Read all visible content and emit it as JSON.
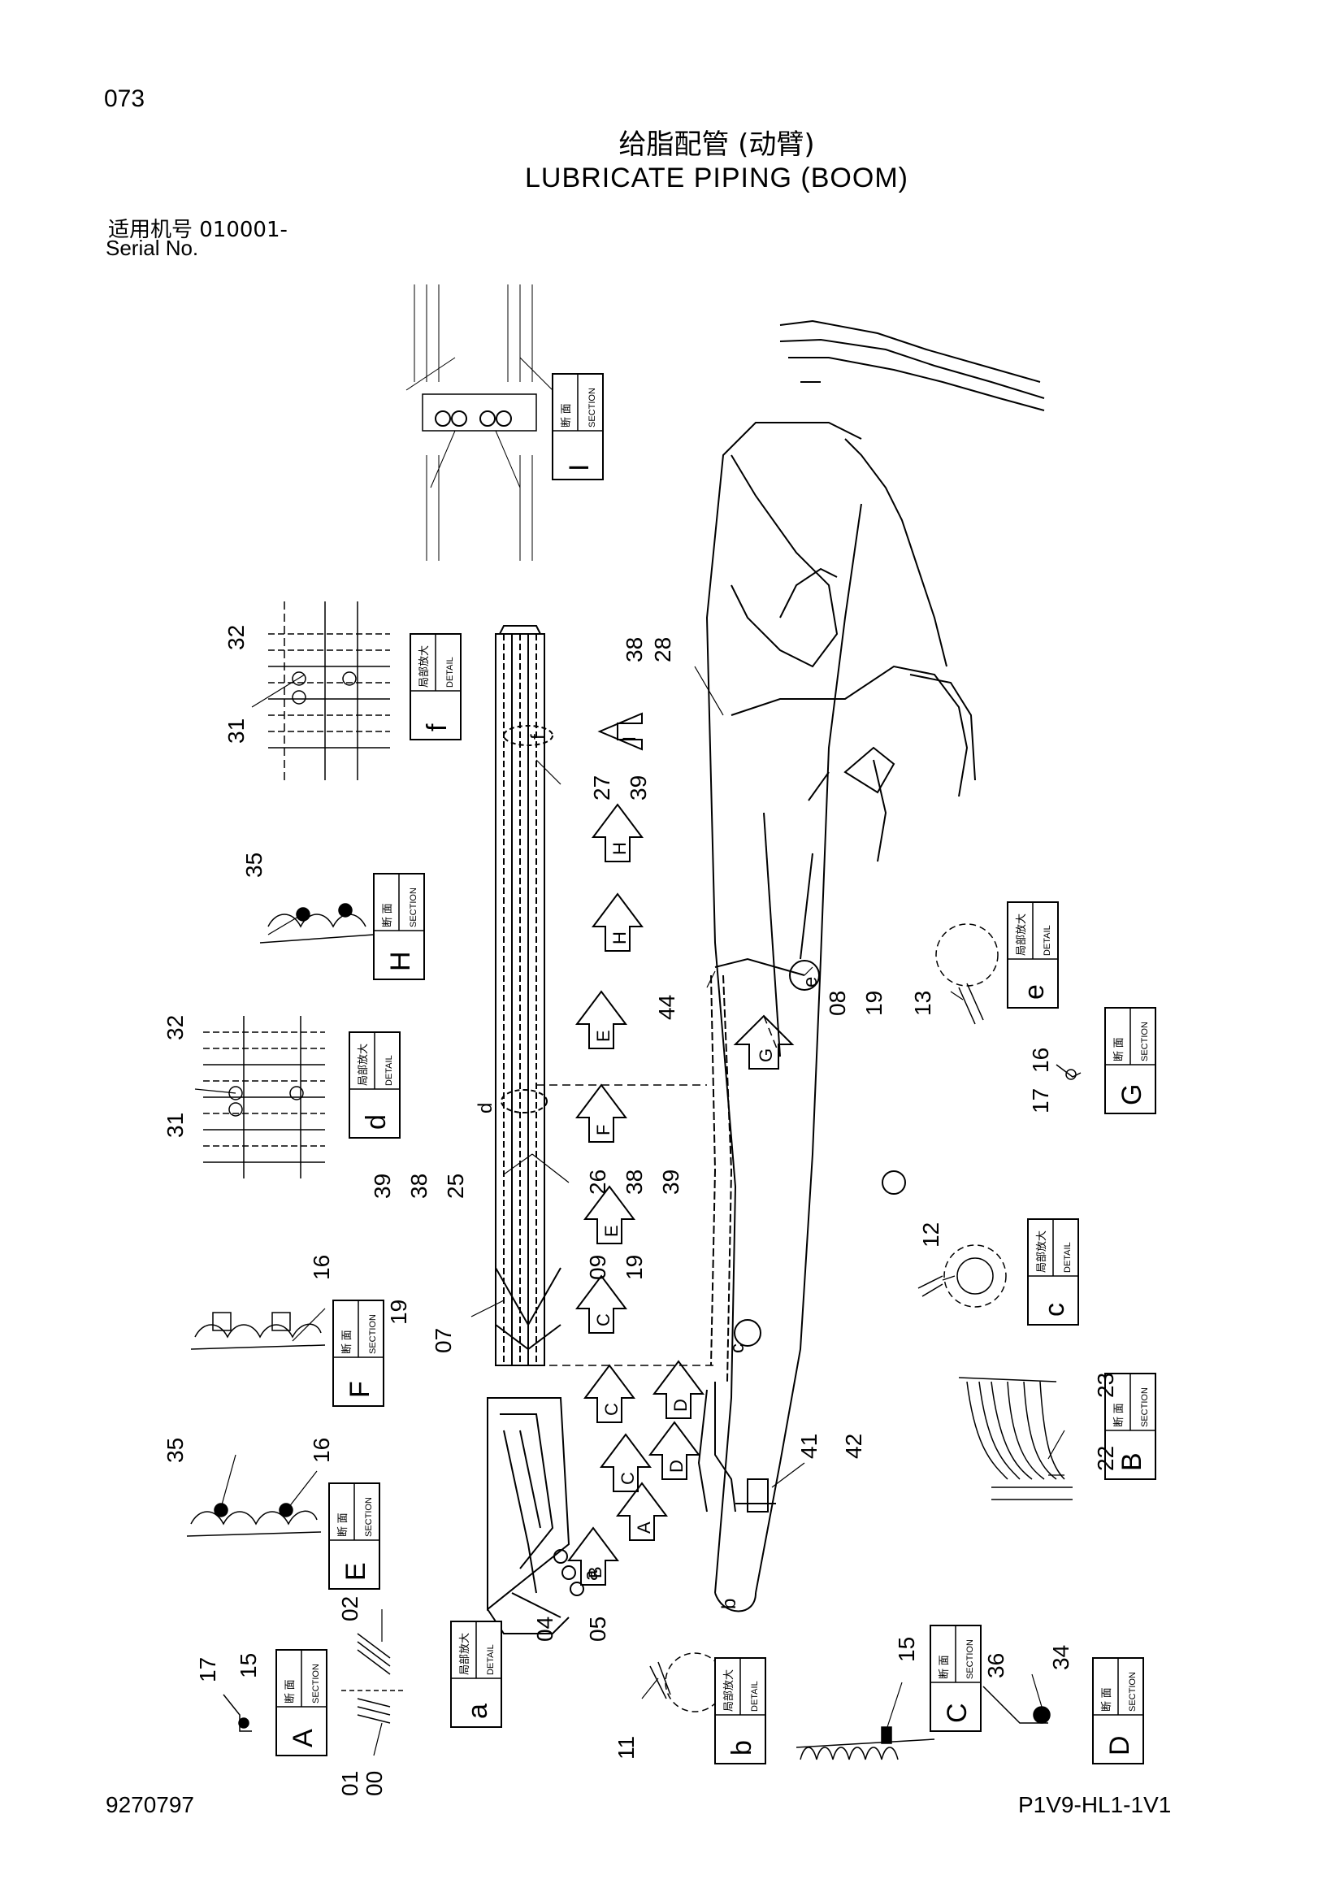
{
  "header": {
    "page_number": "073",
    "title_cn": "给脂配管 (动臂)",
    "title_en": "LUBRICATE PIPING (BOOM)",
    "serial_cn": "适用机号 010001-",
    "serial_en": "Serial No."
  },
  "footer": {
    "doc_number": "9270797",
    "drawing_code": "P1V9-HL1-1V1"
  },
  "boxes": {
    "section_cn": "断 面",
    "section_en": "SECTION",
    "detail_cn": "局部放大",
    "detail_en": "DETAIL"
  },
  "views": [
    {
      "type": "section",
      "letter": "I"
    },
    {
      "type": "detail",
      "letter": "f"
    },
    {
      "type": "section",
      "letter": "H"
    },
    {
      "type": "detail",
      "letter": "d"
    },
    {
      "type": "section",
      "letter": "F"
    },
    {
      "type": "section",
      "letter": "E"
    },
    {
      "type": "section",
      "letter": "A"
    },
    {
      "type": "detail",
      "letter": "a"
    },
    {
      "type": "detail",
      "letter": "b"
    },
    {
      "type": "section",
      "letter": "C"
    },
    {
      "type": "section",
      "letter": "D"
    },
    {
      "type": "detail",
      "letter": "e"
    },
    {
      "type": "section",
      "letter": "G"
    },
    {
      "type": "detail",
      "letter": "c"
    },
    {
      "type": "section",
      "letter": "B"
    }
  ],
  "arrow_letters": [
    "I",
    "H",
    "H",
    "E",
    "F",
    "E",
    "C",
    "C",
    "C",
    "D",
    "D",
    "A",
    "B",
    "G"
  ],
  "part_numbers": [
    "32",
    "31",
    "35",
    "32",
    "31",
    "16",
    "19",
    "07",
    "35",
    "16",
    "17",
    "15",
    "02",
    "01",
    "00",
    "04",
    "05",
    "11",
    "15",
    "36",
    "34",
    "38",
    "28",
    "27",
    "39",
    "44",
    "08",
    "19",
    "13",
    "17",
    "16",
    "39",
    "38",
    "25",
    "26",
    "38",
    "39",
    "09",
    "19",
    "12",
    "41",
    "42",
    "23",
    "22"
  ],
  "small_letters": [
    "f",
    "e",
    "d",
    "c",
    "a",
    "b"
  ]
}
